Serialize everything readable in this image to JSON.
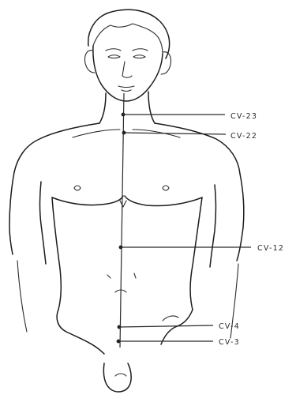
{
  "points": [
    {
      "id": "cv23",
      "label": "CV-23"
    },
    {
      "id": "cv22",
      "label": "CV-22"
    },
    {
      "id": "cv12",
      "label": "CV-12"
    },
    {
      "id": "cv4",
      "label": "CV-4"
    },
    {
      "id": "cv3",
      "label": "CV-3"
    }
  ]
}
